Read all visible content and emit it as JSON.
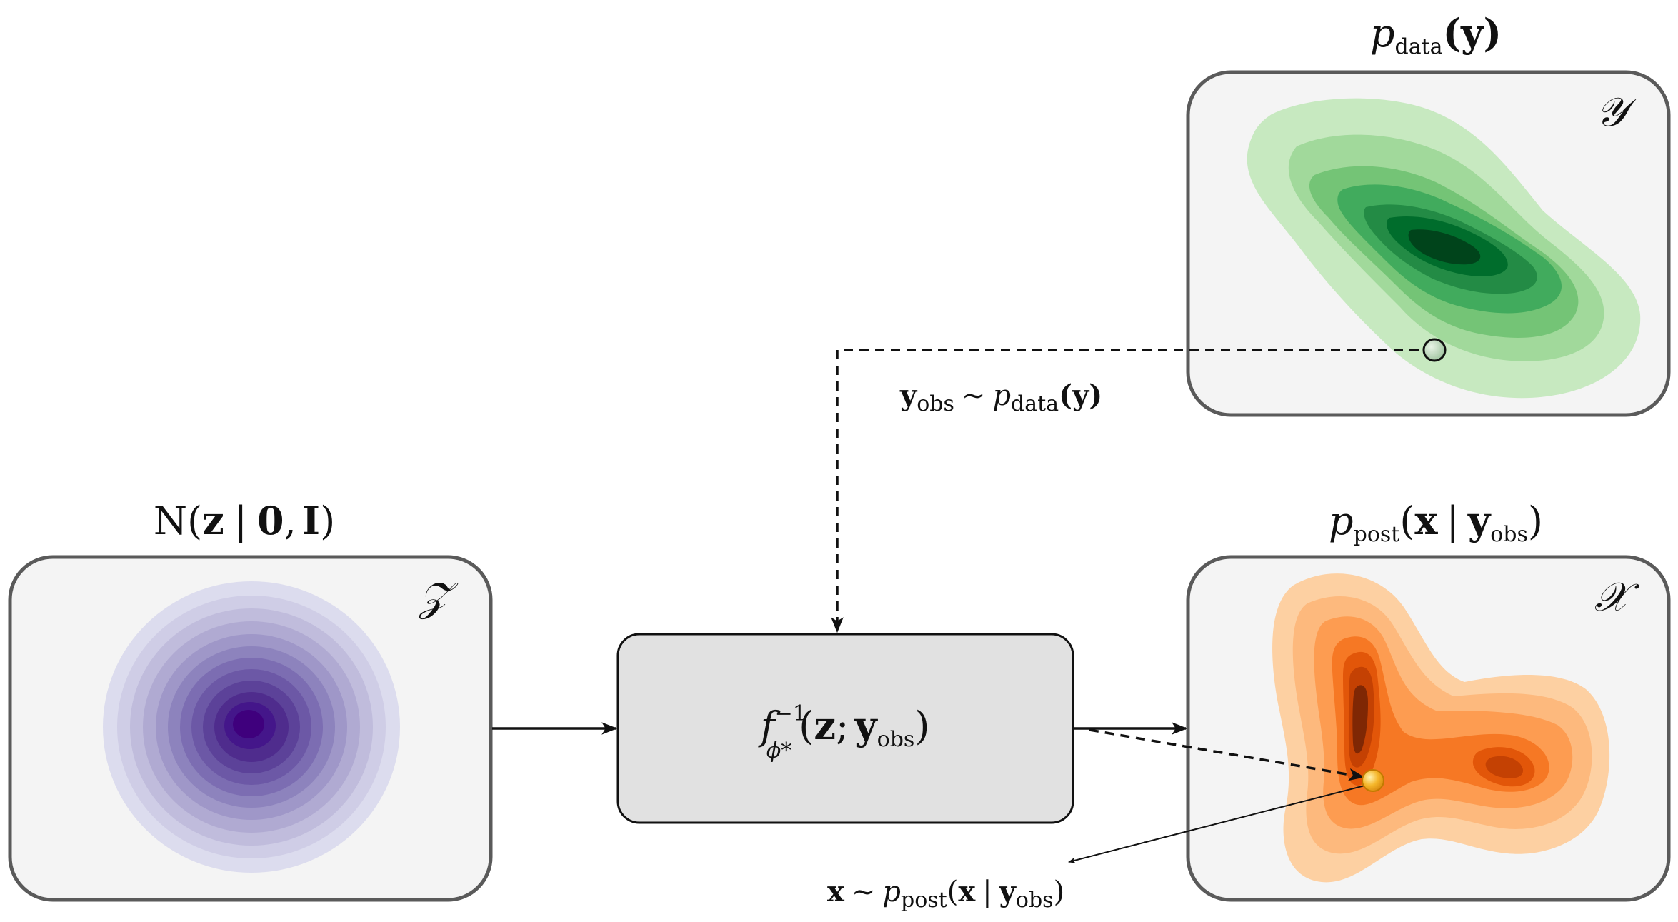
{
  "colors": {
    "panel_fill": "#f4f4f4",
    "panel_stroke": "#5a5a5a",
    "box_fill": "#e1e1e1",
    "purple_dark": "#3f007d",
    "purple_light": "#dcdcee",
    "green_dark": "#00441b",
    "green_light": "#c7e9c0",
    "orange_dark": "#7f2704",
    "orange_light": "#fdd0a2",
    "point_orange": "#f5b62a",
    "point_green": "#b9d7b9"
  },
  "icons": {
    "observed_point": "circle-marker",
    "posterior_sample_point": "circle-marker"
  },
  "latent": {
    "title_prefix": "N",
    "title_open": "(",
    "title_var": "z",
    "title_sep": "|",
    "title_mean": "0",
    "title_comma": ",",
    "title_cov": "I",
    "title_close": ")",
    "space_symbol": "𝒵"
  },
  "data": {
    "title_p": "p",
    "title_sub": "data",
    "title_arg": "(y)",
    "space_symbol": "𝒴"
  },
  "posterior": {
    "title_p": "p",
    "title_sub": "post",
    "title_open": "(",
    "title_x": "x",
    "title_sep": "|",
    "title_y": "y",
    "title_ysub": "obs",
    "title_close": ")",
    "space_symbol": "𝒳"
  },
  "flow": {
    "f": "f",
    "sup": "−1",
    "sub": "ϕ*",
    "open": "(",
    "z": "z",
    "semi": ";",
    "y": "y",
    "ysub": "obs",
    "close": ")"
  },
  "label_yobs": {
    "y": "y",
    "ysub": "obs",
    "tilde": "∼",
    "p": "p",
    "psub": "data",
    "arg": "(y)"
  },
  "label_xsample": {
    "x": "x",
    "tilde": "∼",
    "p": "p",
    "psub": "post",
    "open": "(",
    "x2": "x",
    "sep": "|",
    "y": "y",
    "ysub": "obs",
    "close": ")"
  }
}
